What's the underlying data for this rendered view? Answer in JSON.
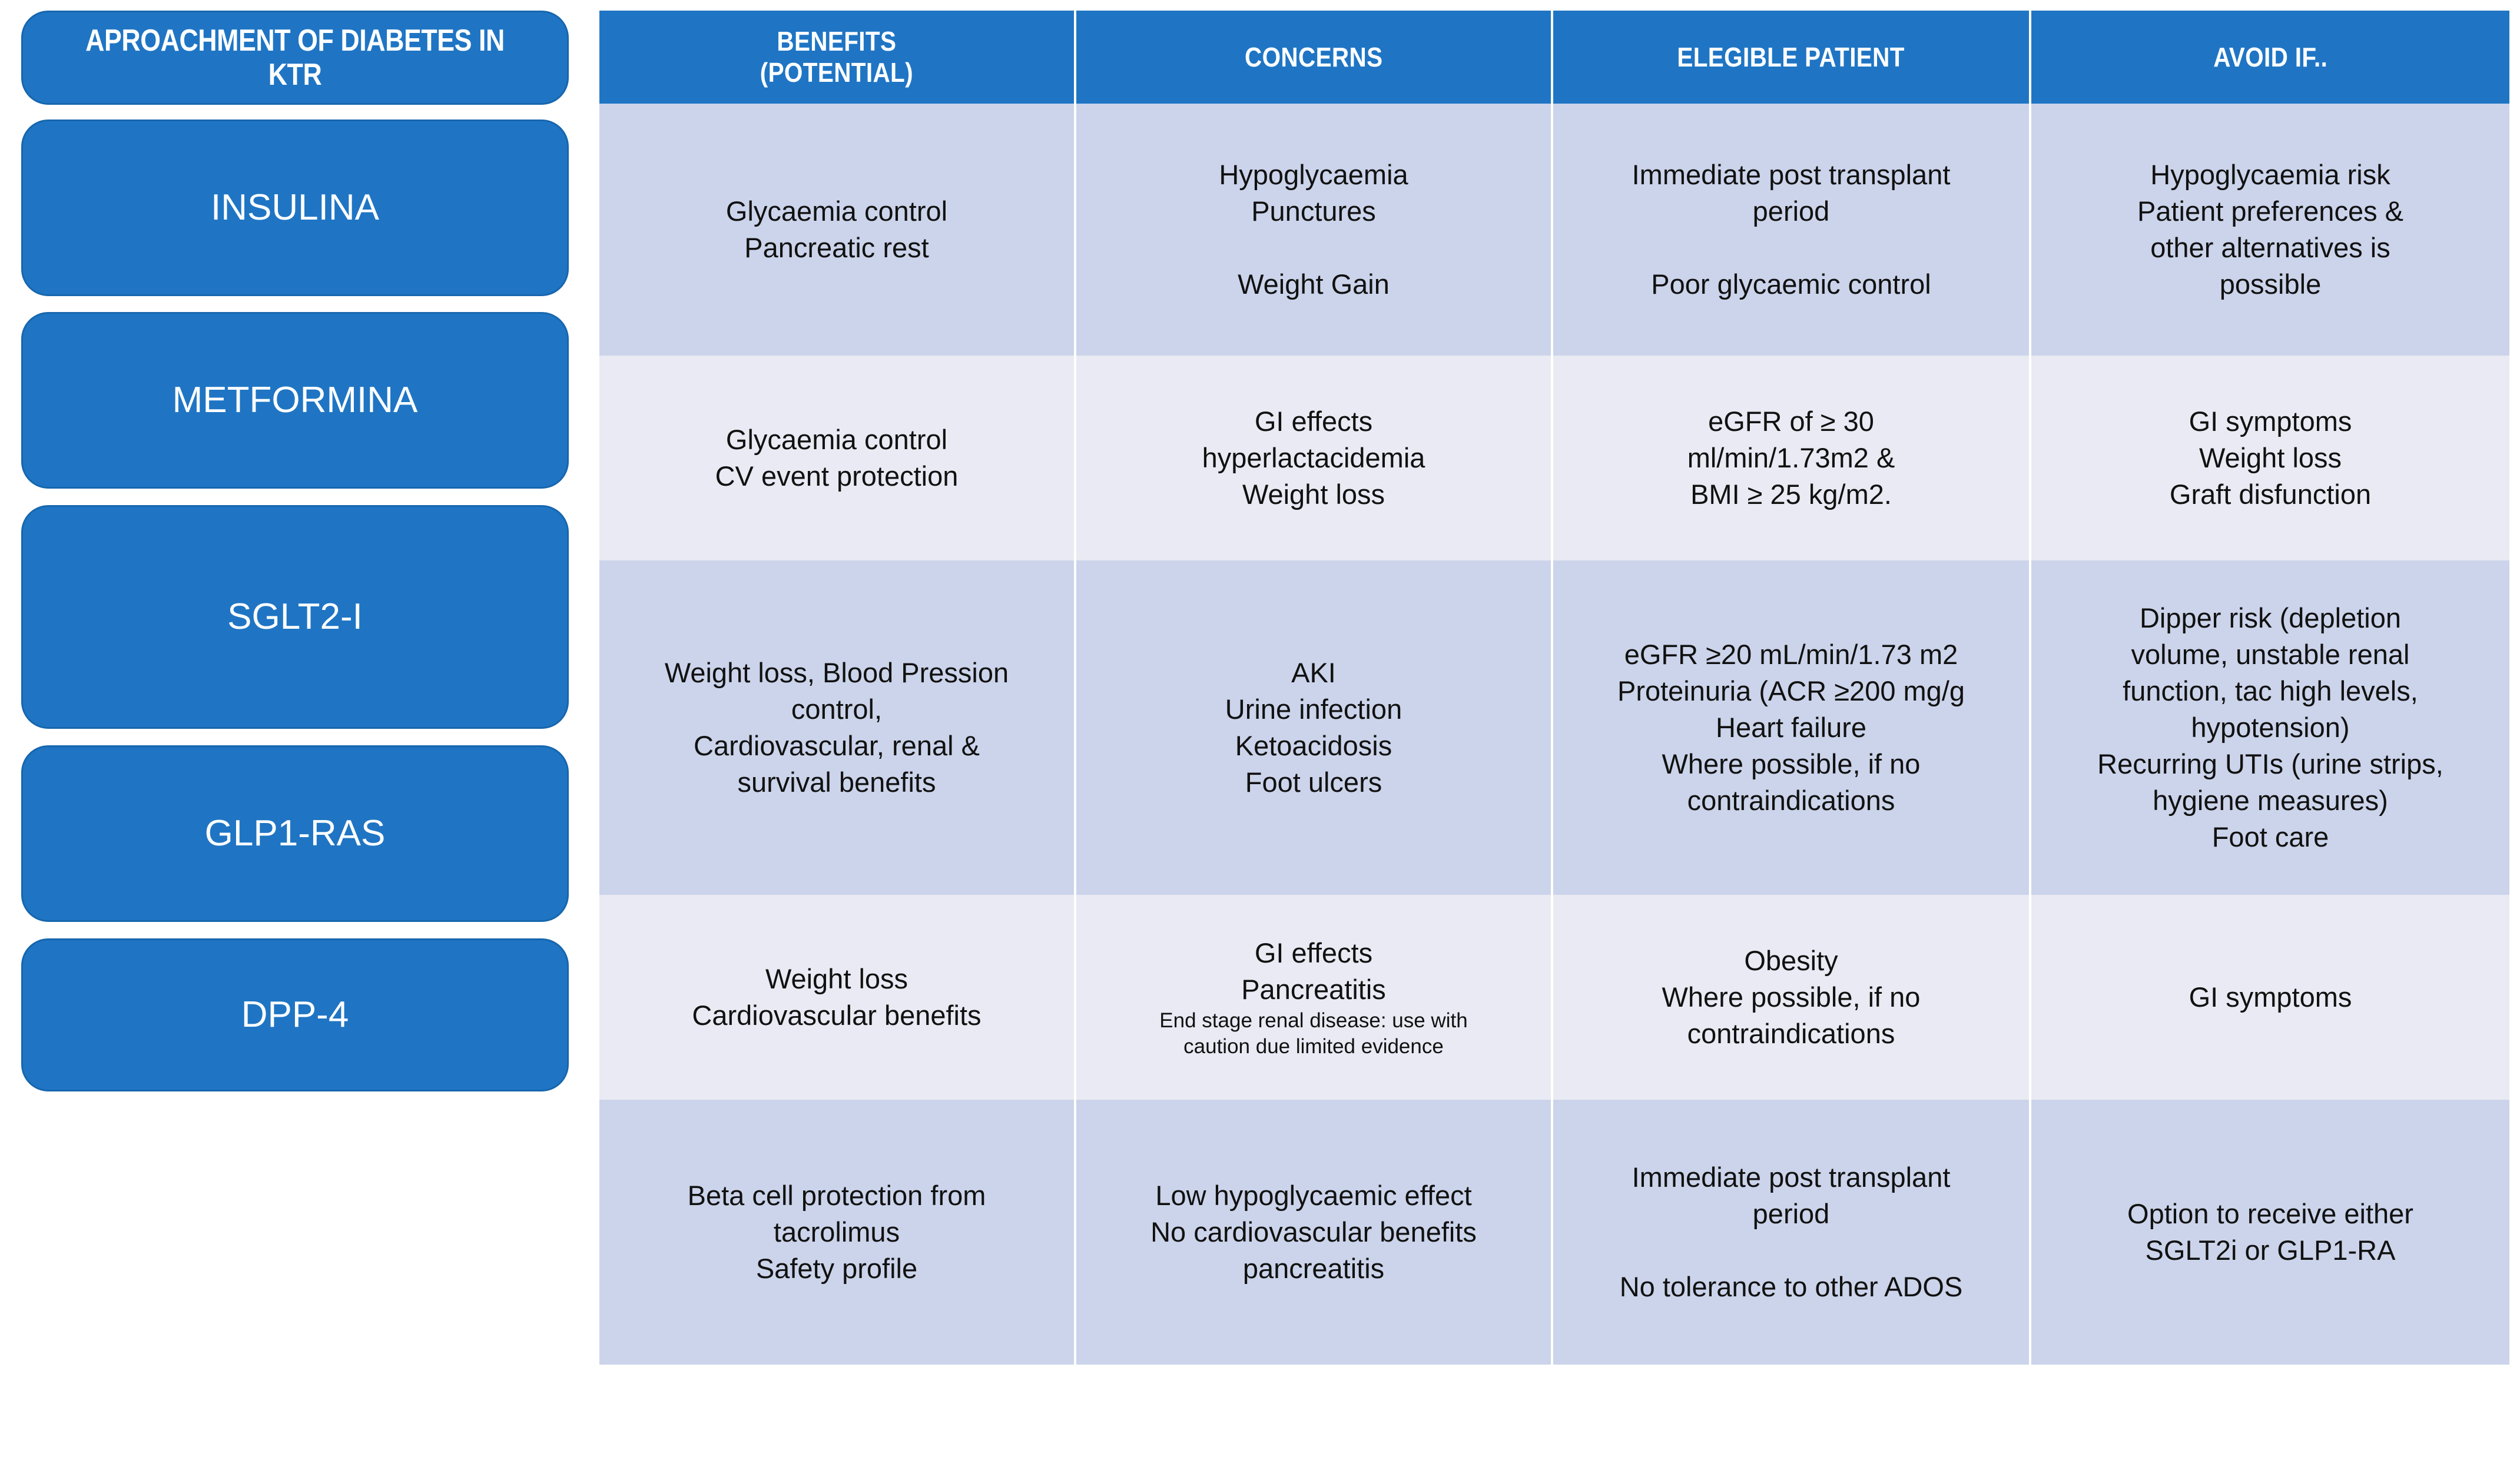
{
  "title_card": {
    "label": "APROACHMENT OF DIABETES\nIN KTR"
  },
  "columns": [
    {
      "key": "benefits",
      "label": "BENEFITS\n(POTENTIAL)"
    },
    {
      "key": "concerns",
      "label": "CONCERNS"
    },
    {
      "key": "eligible",
      "label": "ELEGIBLE PATIENT"
    },
    {
      "key": "avoid",
      "label": "AVOID IF.."
    }
  ],
  "drugs": [
    {
      "name": "INSULINA"
    },
    {
      "name": "METFORMINA"
    },
    {
      "name": "SGLT2-I"
    },
    {
      "name": "GLP1-RAS"
    },
    {
      "name": "DPP-4"
    }
  ],
  "rows": [
    {
      "drug": "INSULINA",
      "shade": "a",
      "benefits": "Glycaemia control\nPancreatic rest",
      "concerns_main": "Hypoglycaemia\nPunctures\n\nWeight Gain",
      "concerns_small": "",
      "eligible": "Immediate post transplant\nperiod\n\nPoor glycaemic control",
      "avoid": "Hypoglycaemia risk\nPatient preferences &\nother alternatives is\npossible"
    },
    {
      "drug": "METFORMINA",
      "shade": "b",
      "benefits": "Glycaemia control\nCV event protection",
      "concerns_main": "GI effects\nhyperlactacidemia\nWeight loss",
      "concerns_small": "",
      "eligible": "eGFR of ≥ 30\nml/min/1.73m2 &\nBMI ≥ 25 kg/m2.",
      "avoid": "GI symptoms\nWeight loss\nGraft disfunction"
    },
    {
      "drug": "SGLT2-I",
      "shade": "a",
      "benefits": "Weight loss, Blood Pression\ncontrol,\nCardiovascular, renal &\nsurvival  benefits",
      "concerns_main": "AKI\nUrine infection\nKetoacidosis\nFoot ulcers",
      "concerns_small": "",
      "eligible": "eGFR ≥20 mL/min/1.73 m2\nProteinuria (ACR ≥200 mg/g\nHeart failure\nWhere possible, if no\ncontraindications",
      "avoid": "Dipper risk (depletion\nvolume, unstable renal\nfunction, tac high levels,\nhypotension)\nRecurring UTIs (urine strips,\nhygiene measures)\nFoot care"
    },
    {
      "drug": "GLP1-RAS",
      "shade": "b",
      "benefits": "Weight loss\nCardiovascular benefits",
      "concerns_main": "GI effects\nPancreatitis",
      "concerns_small": "End stage renal disease: use with\ncaution due  limited evidence",
      "eligible": "Obesity\nWhere possible, if no\ncontraindications",
      "avoid": "GI symptoms"
    },
    {
      "drug": "DPP-4",
      "shade": "a",
      "benefits": "Beta cell protection from\ntacrolimus\nSafety profile",
      "concerns_main": "Low  hypoglycaemic effect\nNo cardiovascular benefits\npancreatitis",
      "concerns_small": "",
      "eligible": "Immediate post transplant\nperiod\n\nNo tolerance to other ADOS",
      "avoid": "Option to receive either\nSGLT2i or GLP1-RA"
    }
  ],
  "colors": {
    "header_blue": "#1F75C4",
    "pill_border": "#1766AD",
    "row_shade_dark": "#CBD4EA",
    "row_shade_light": "#EAEAF4",
    "text": "#111111",
    "header_text": "#FFFFFF"
  }
}
